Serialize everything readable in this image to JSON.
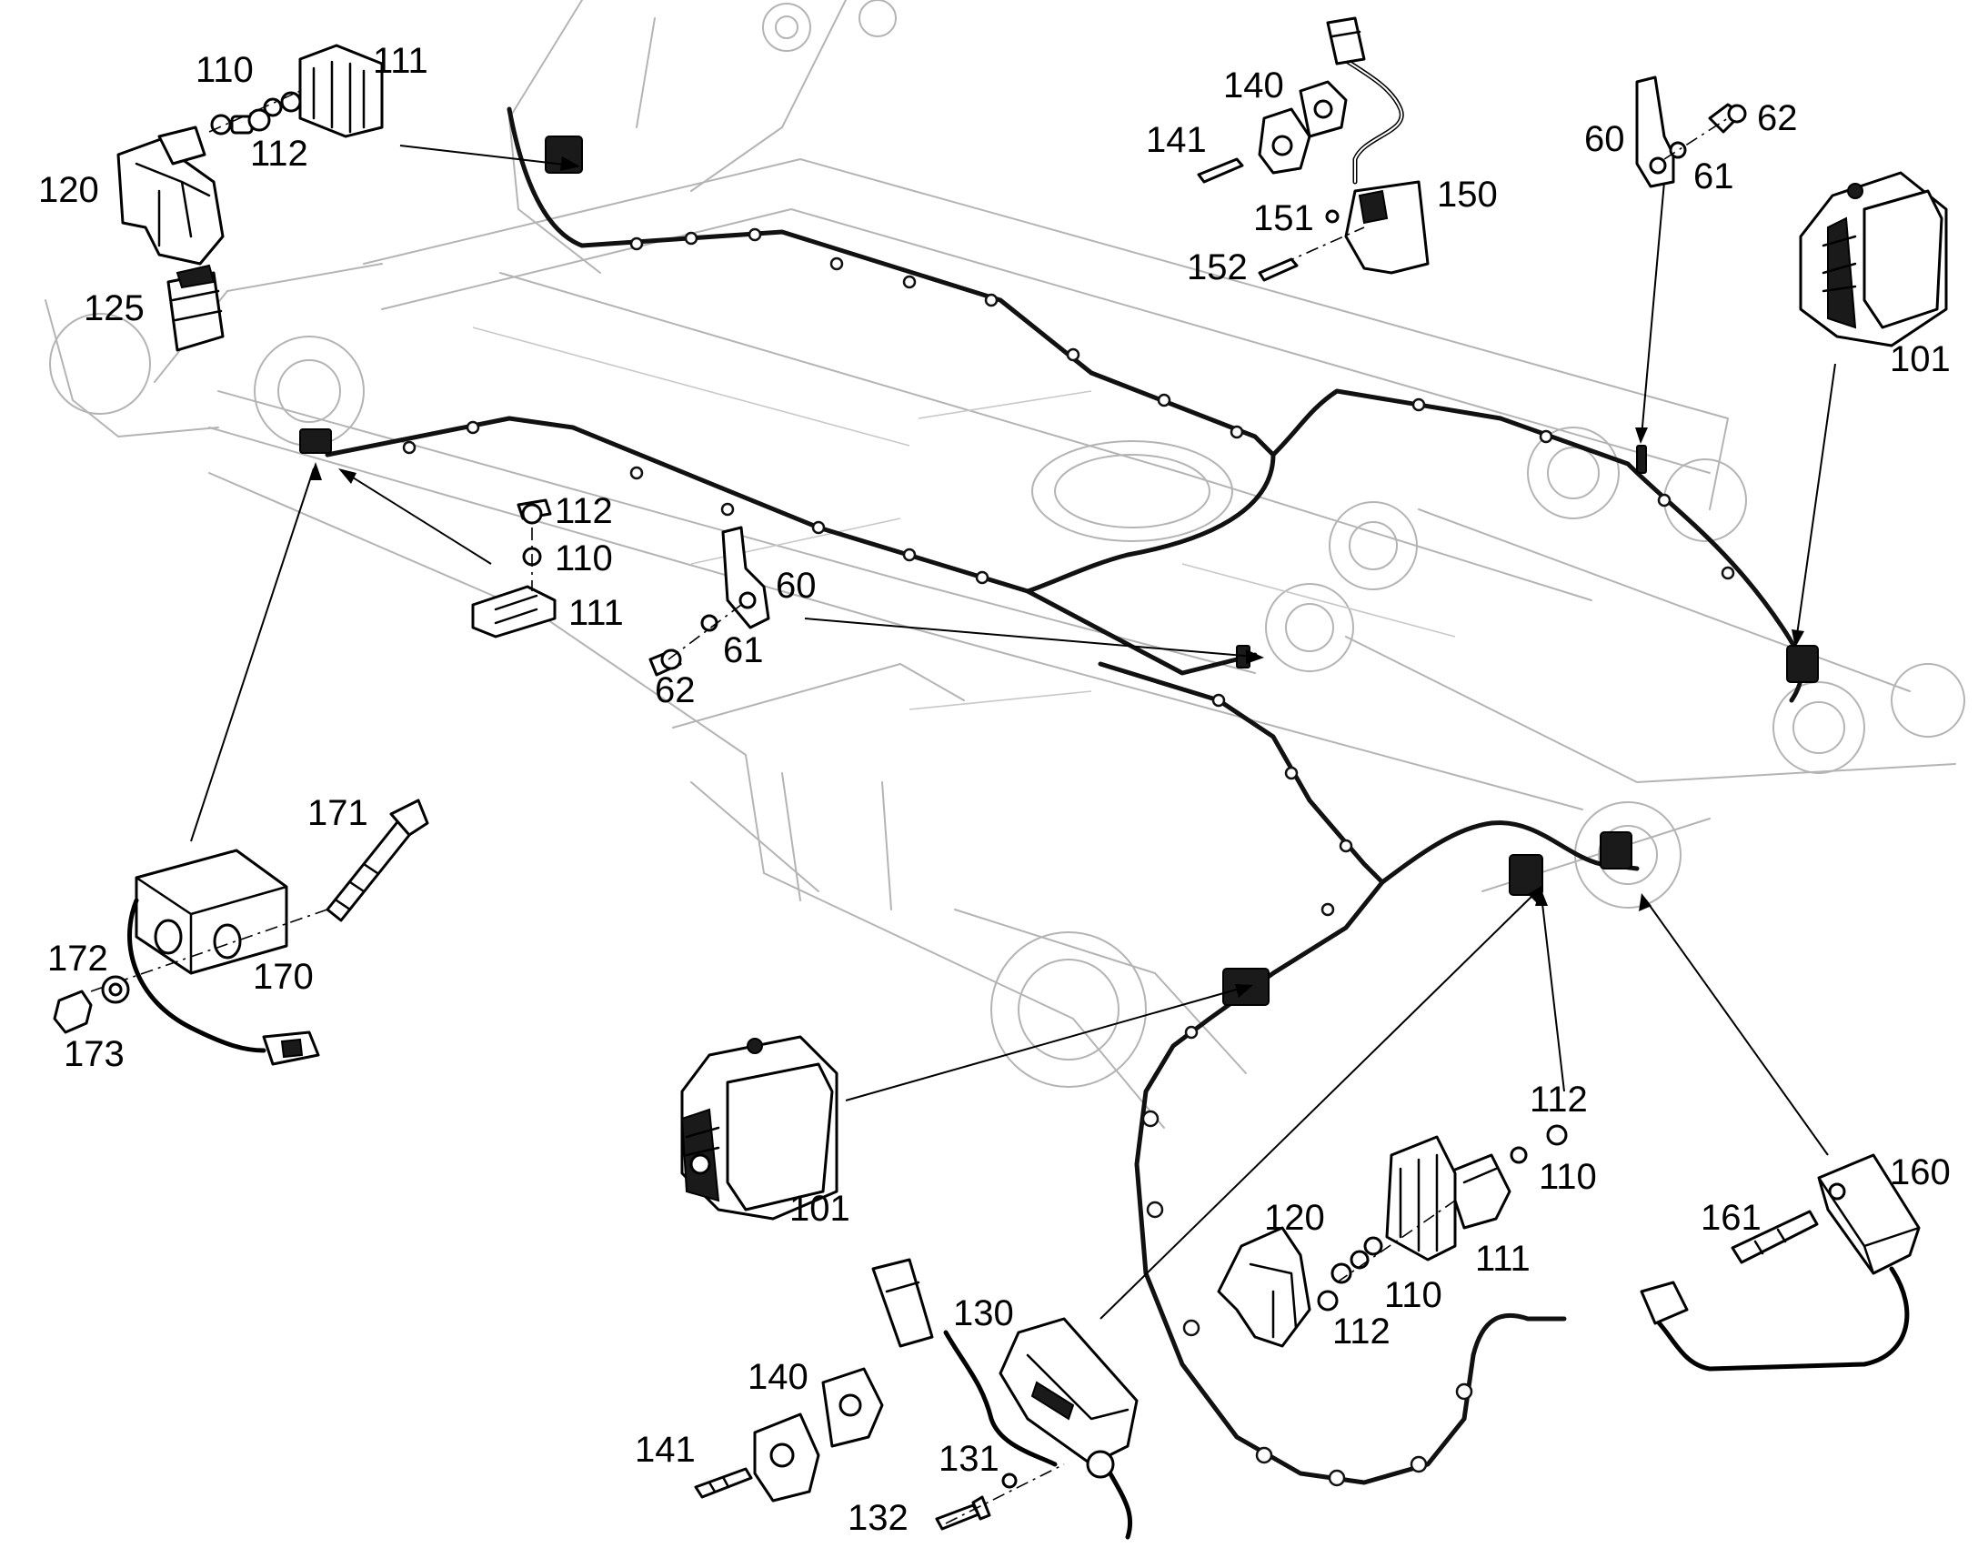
{
  "callouts": {
    "c110_top": "110",
    "c111_top": "111",
    "c112_top": "112",
    "c120_top": "120",
    "c125": "125",
    "c140_top": "140",
    "c141_top": "141",
    "c150": "150",
    "c151": "151",
    "c152": "152",
    "c60_top": "60",
    "c62_top": "62",
    "c61_top": "61",
    "c101_right": "101",
    "c112_mid": "112",
    "c110_mid": "110",
    "c111_mid": "111",
    "c60_mid": "60",
    "c61_mid": "61",
    "c62_mid": "62",
    "c171": "171",
    "c172": "172",
    "c170": "170",
    "c173": "173",
    "c101_bottom": "101",
    "c112_br": "112",
    "c110_br": "110",
    "c120_br": "120",
    "c111_br": "111",
    "c110_br2": "110",
    "c112_br2": "112",
    "c160": "160",
    "c161": "161",
    "c130": "130",
    "c140_bottom": "140",
    "c141_bottom": "141",
    "c131": "131",
    "c132": "132"
  }
}
